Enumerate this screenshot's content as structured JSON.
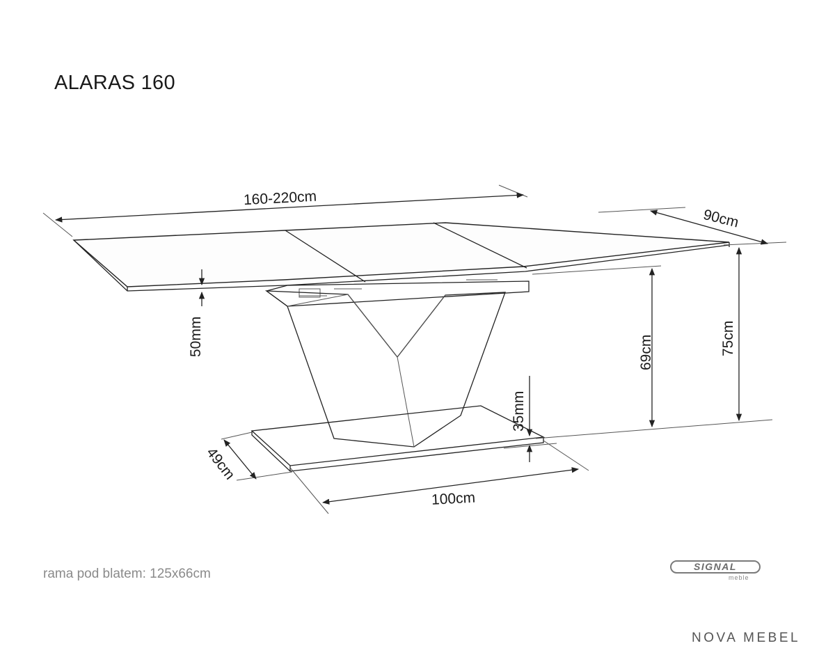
{
  "title": "ALARAS 160",
  "dimensions": {
    "length": "160-220cm",
    "depth": "90cm",
    "height_total": "75cm",
    "height_under": "69cm",
    "top_thickness": "50mm",
    "base_thickness": "35mm",
    "base_depth": "49cm",
    "base_length": "100cm"
  },
  "note": "rama pod blatem: 125x66cm",
  "logo": {
    "word": "SIGNAL",
    "sub": "meble"
  },
  "store": "NOVA MEBEL"
}
